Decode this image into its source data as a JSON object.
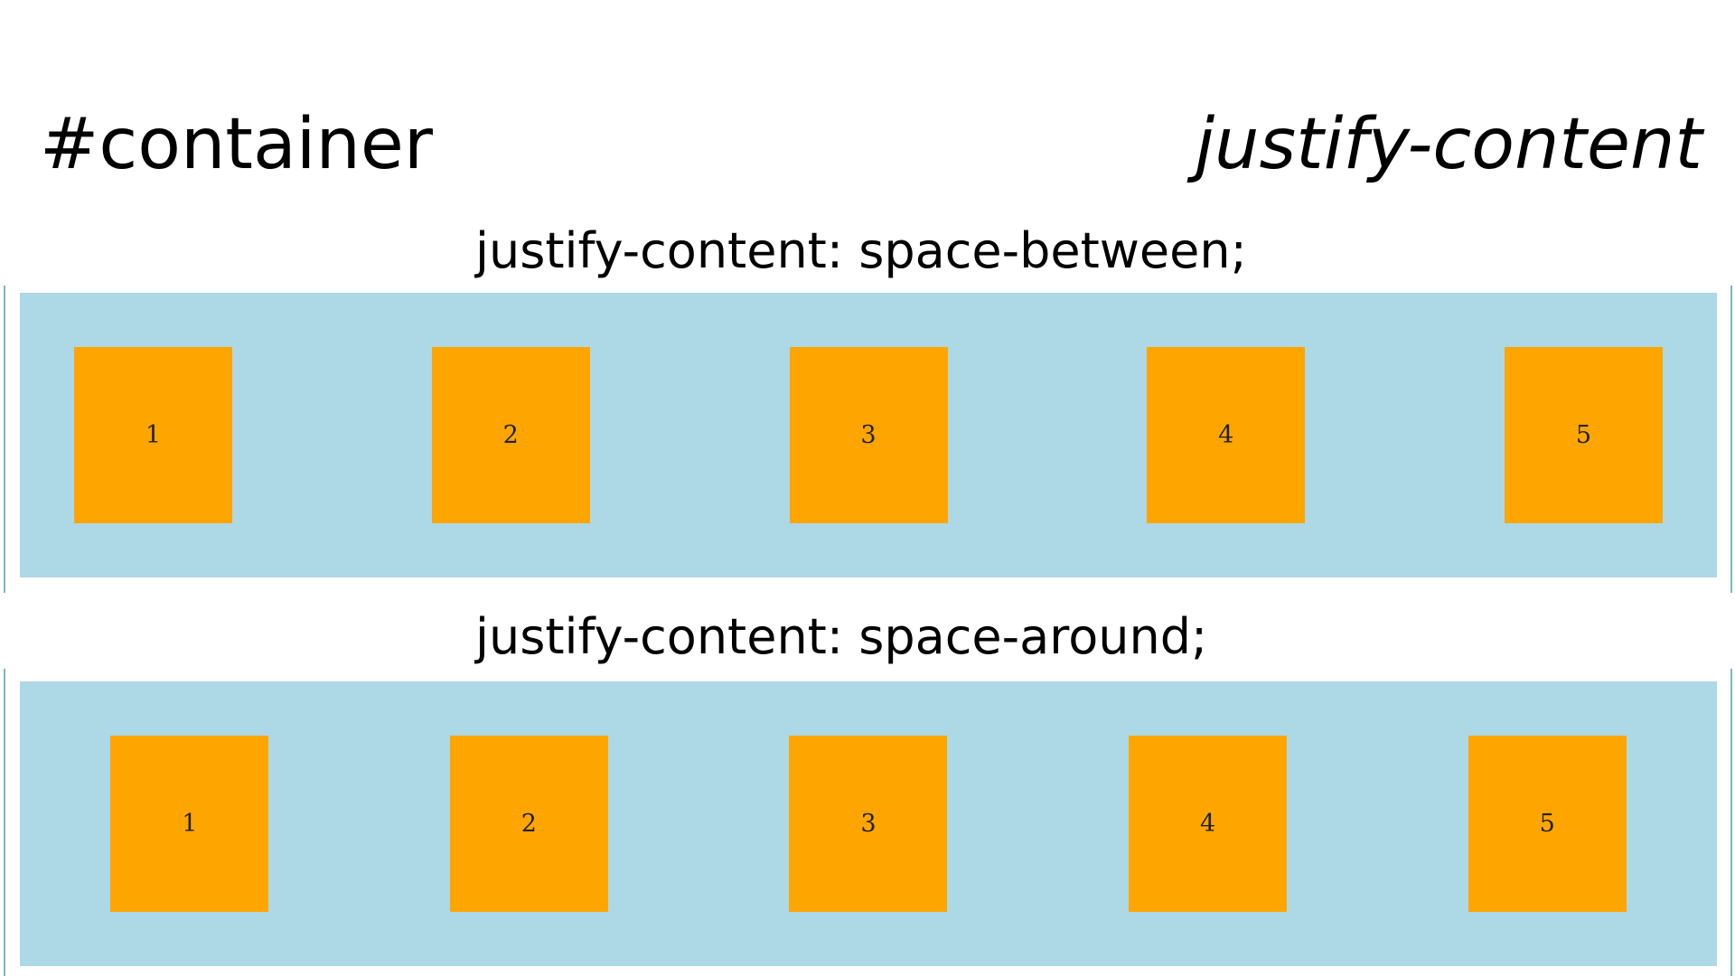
{
  "slide": {
    "title": "#container",
    "topic": "justify-content"
  },
  "demos": [
    {
      "caption": "justify-content: space-between;",
      "items": [
        "1",
        "2",
        "3",
        "4",
        "5"
      ],
      "colors": {
        "container": "#add8e6",
        "item": "#ffa500"
      }
    },
    {
      "caption": "justify-content: space-around;",
      "items": [
        "1",
        "2",
        "3",
        "4",
        "5"
      ],
      "colors": {
        "container": "#add8e6",
        "item": "#ffa500"
      }
    }
  ]
}
